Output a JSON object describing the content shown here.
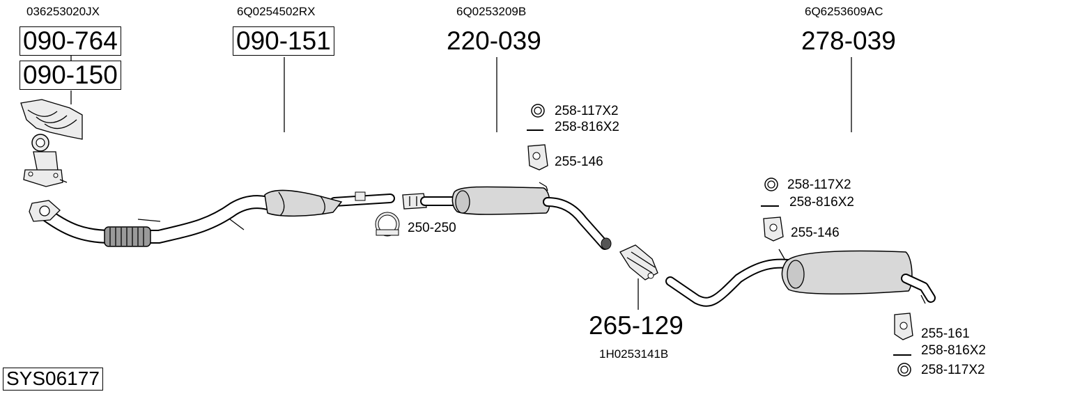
{
  "diagram": {
    "system_code": "SYS06177",
    "oem_numbers": {
      "manifold": "036253020JX",
      "catalyst": "6Q0254502RX",
      "middle_silencer": "6Q0253209B",
      "rear_silencer": "6Q6253609AC",
      "connector": "1H0253141B"
    },
    "part_numbers": {
      "manifold_1": "090-764",
      "manifold_2": "090-150",
      "catalyst": "090-151",
      "middle_silencer": "220-039",
      "rear_silencer": "278-039",
      "connector": "265-129"
    },
    "accessories": {
      "clamp": "250-250",
      "middle_ring": "258-117X2",
      "middle_bolt": "258-816X2",
      "middle_hanger": "255-146",
      "rear_ring": "258-117X2",
      "rear_bolt": "258-816X2",
      "rear_hanger": "255-146",
      "tail_hanger": "255-161",
      "tail_bolt": "258-816X2",
      "tail_ring": "258-117X2"
    }
  }
}
